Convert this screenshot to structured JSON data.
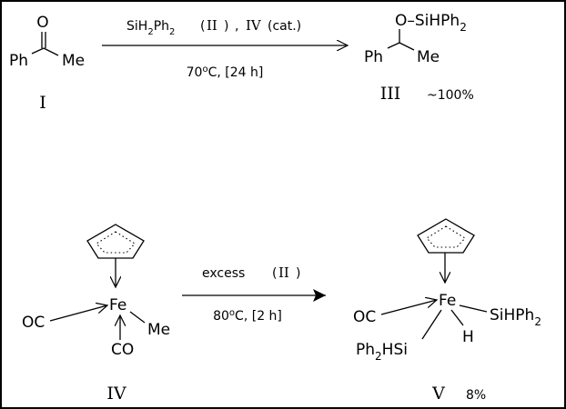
{
  "colors": {
    "ink": "#000000",
    "background": "#ffffff"
  },
  "reaction_1": {
    "reactant": {
      "oxygen": "O",
      "left_group": "Ph",
      "right_group": "Me",
      "label": "I"
    },
    "reagent": {
      "prefix": "SiH",
      "sub_a": "2",
      "mid": "Ph",
      "sub_b": "2",
      "ref_open": "(",
      "ref_numeral": "II",
      "ref_close": ")",
      "sep": ",",
      "catalyst_numeral": "IV",
      "catalyst_note": "(cat.)"
    },
    "conditions": {
      "temp_value": "70",
      "temp_unit": "C",
      "time": "[24 h]"
    },
    "product": {
      "silyl_ether": "O–SiHPh",
      "silyl_sub": "2",
      "left_group": "Ph",
      "right_group": "Me",
      "label": "III",
      "yield": "~100%"
    }
  },
  "reaction_2": {
    "reactant": {
      "metal": "Fe",
      "ligand_left": "OC",
      "ligand_bottom": "CO",
      "ligand_right": "Me",
      "label": "IV"
    },
    "reagent": {
      "word": "excess",
      "ref_open": "(",
      "ref_numeral": "II",
      "ref_close": ")"
    },
    "conditions": {
      "temp_value": "80",
      "temp_unit": "C",
      "time": "[2 h]"
    },
    "product": {
      "metal": "Fe",
      "ligand_left": "OC",
      "ligand_right": "SiHPh",
      "ligand_right_sub": "2",
      "ligand_bottom_left_a": "Ph",
      "ligand_bottom_left_sub": "2",
      "ligand_bottom_left_b": "HSi",
      "hydride": "H",
      "label": "V",
      "yield": "8%"
    }
  }
}
